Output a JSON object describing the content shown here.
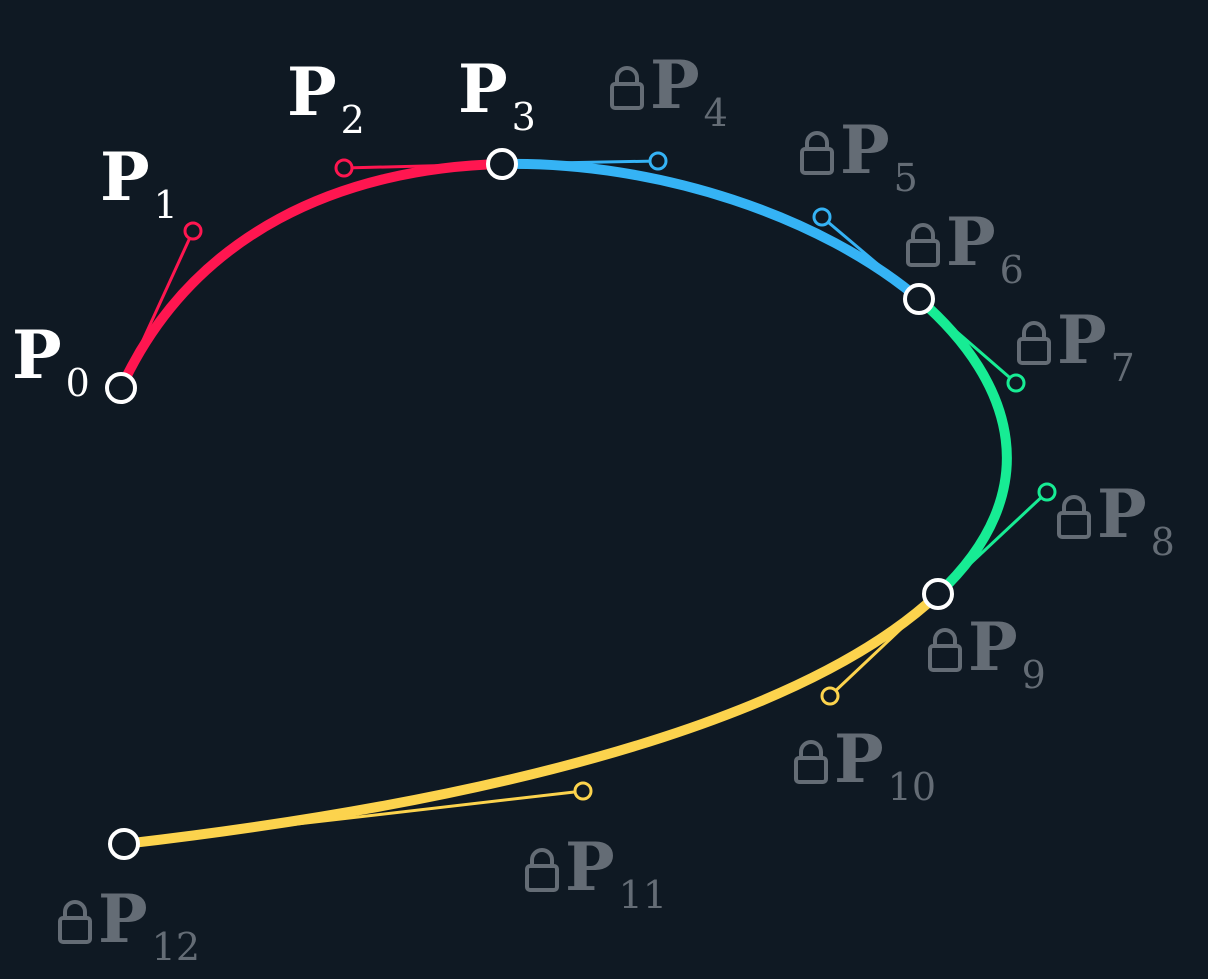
{
  "colors": {
    "background": "#0f1923",
    "segment_1": "#ff1650",
    "segment_2": "#35b3f5",
    "segment_3": "#17ec94",
    "segment_4": "#fcd34d",
    "anchor_stroke": "#ffffff",
    "active_label": "#ffffff",
    "locked_label": "#646c75"
  },
  "icons": {
    "lock": "lock-icon"
  },
  "points": [
    {
      "letter": "P",
      "index": "0",
      "locked": false
    },
    {
      "letter": "P",
      "index": "1",
      "locked": false
    },
    {
      "letter": "P",
      "index": "2",
      "locked": false
    },
    {
      "letter": "P",
      "index": "3",
      "locked": false
    },
    {
      "letter": "P",
      "index": "4",
      "locked": true
    },
    {
      "letter": "P",
      "index": "5",
      "locked": true
    },
    {
      "letter": "P",
      "index": "6",
      "locked": true
    },
    {
      "letter": "P",
      "index": "7",
      "locked": true
    },
    {
      "letter": "P",
      "index": "8",
      "locked": true
    },
    {
      "letter": "P",
      "index": "9",
      "locked": true
    },
    {
      "letter": "P",
      "index": "10",
      "locked": true
    },
    {
      "letter": "P",
      "index": "11",
      "locked": true
    },
    {
      "letter": "P",
      "index": "12",
      "locked": true
    }
  ],
  "segments": [
    {
      "from": 0,
      "to": 3,
      "color_key": "segment_1"
    },
    {
      "from": 3,
      "to": 6,
      "color_key": "segment_2"
    },
    {
      "from": 6,
      "to": 9,
      "color_key": "segment_3"
    },
    {
      "from": 9,
      "to": 12,
      "color_key": "segment_4"
    }
  ]
}
